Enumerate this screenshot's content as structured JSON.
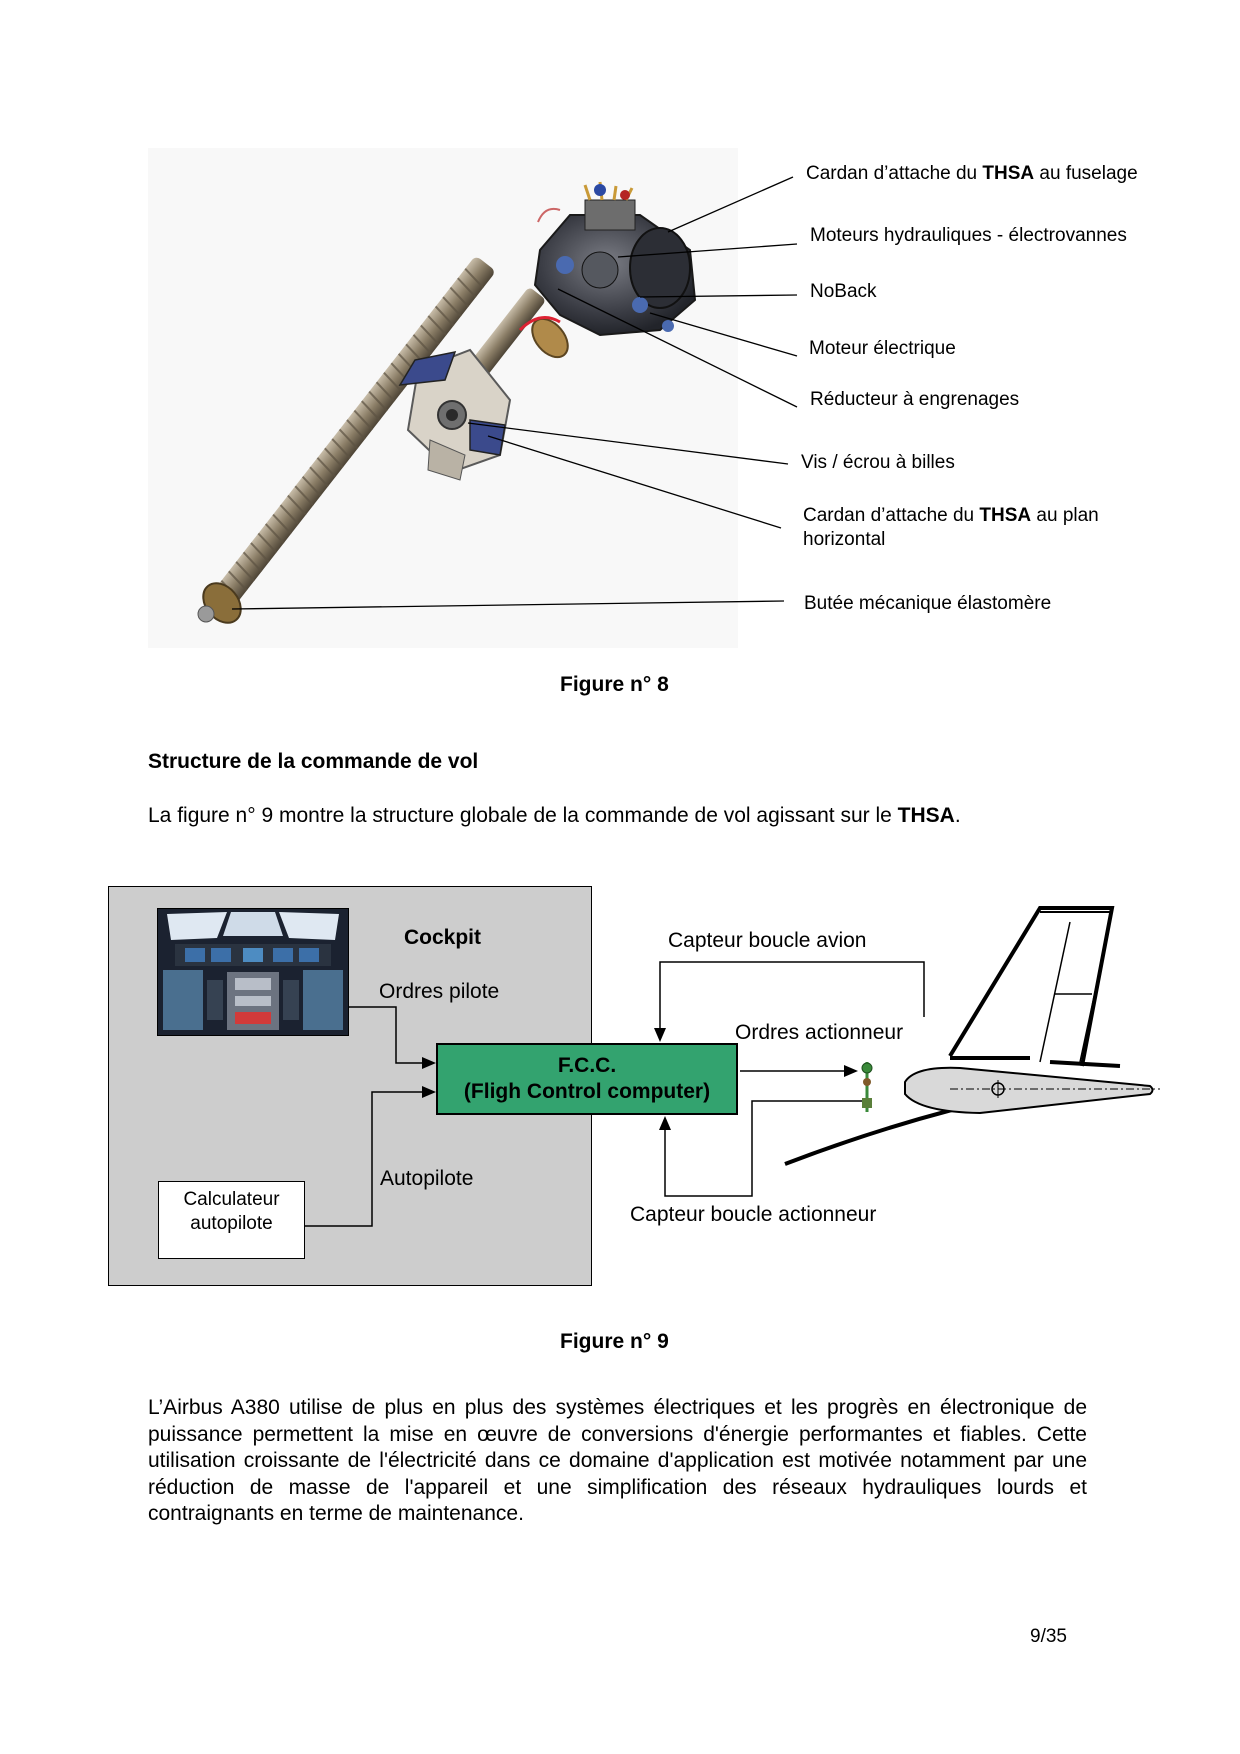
{
  "figure8": {
    "labels": [
      {
        "pre": "Cardan d’attache du ",
        "bold": "THSA",
        "post": " au fuselage"
      },
      {
        "pre": "Moteurs hydrauliques - électrovannes",
        "bold": "",
        "post": ""
      },
      {
        "pre": "NoBack",
        "bold": "",
        "post": ""
      },
      {
        "pre": "Moteur électrique",
        "bold": "",
        "post": ""
      },
      {
        "pre": "Réducteur à engrenages",
        "bold": "",
        "post": ""
      },
      {
        "pre": "Vis / écrou à billes",
        "bold": "",
        "post": ""
      },
      {
        "pre": "Cardan d’attache du ",
        "bold": "THSA",
        "post": " au plan horizontal"
      },
      {
        "pre": "Butée mécanique élastomère",
        "bold": "",
        "post": ""
      }
    ],
    "caption": "Figure n° 8"
  },
  "section": {
    "heading": "Structure de la commande de vol",
    "intro_pre": "La figure n° 9 montre la structure globale de la commande de vol agissant sur le ",
    "intro_bold": "THSA",
    "intro_post": "."
  },
  "figure9": {
    "cockpit": "Cockpit",
    "ordres_pilote": "Ordres pilote",
    "fcc_line1": "F.C.C.",
    "fcc_line2": "(Fligh Control computer)",
    "calc_line1": "Calculateur",
    "calc_line2": "autopilote",
    "autopilote": "Autopilote",
    "capteur_avion": "Capteur boucle avion",
    "ordres_actionneur": "Ordres actionneur",
    "capteur_actionneur": "Capteur boucle actionneur",
    "caption": "Figure n° 9"
  },
  "paragraph": "L’Airbus A380 utilise de plus en plus des systèmes électriques et les progrès en électronique de puissance permettent la mise en œuvre de conversions d'énergie performantes et fiables. Cette utilisation croissante de l'électricité dans ce domaine d'application est motivée notamment par une réduction de masse de l'appareil et une simplification des réseaux hydrauliques lourds et contraignants en terme de maintenance.",
  "page_number": "9/35"
}
